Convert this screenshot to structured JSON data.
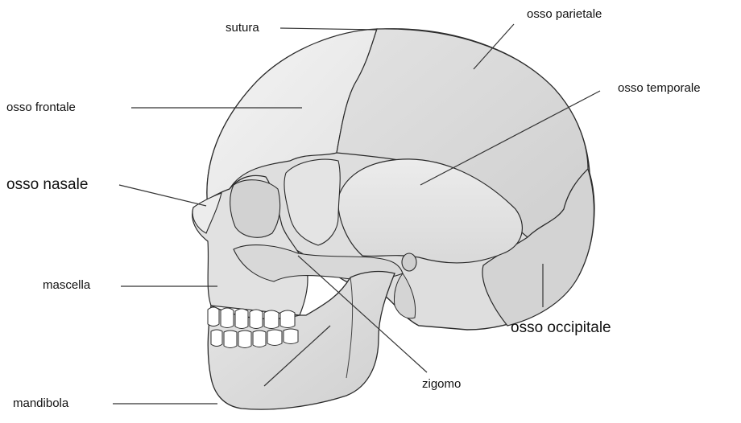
{
  "labels": {
    "sutura": "sutura",
    "parietale": "osso parietale",
    "frontale": "osso frontale",
    "temporale": "osso temporale",
    "nasale": "osso nasale",
    "mascella": "mascella",
    "occipitale": "osso occipitale",
    "zigomo": "zigomo",
    "mandibola": "mandibola"
  },
  "colors": {
    "outline": "#2a2a2a",
    "bone_light": "#e9e9e9",
    "bone_mid": "#d6d6d6",
    "bone_dark": "#c2c2c2",
    "leader": "#333333"
  }
}
